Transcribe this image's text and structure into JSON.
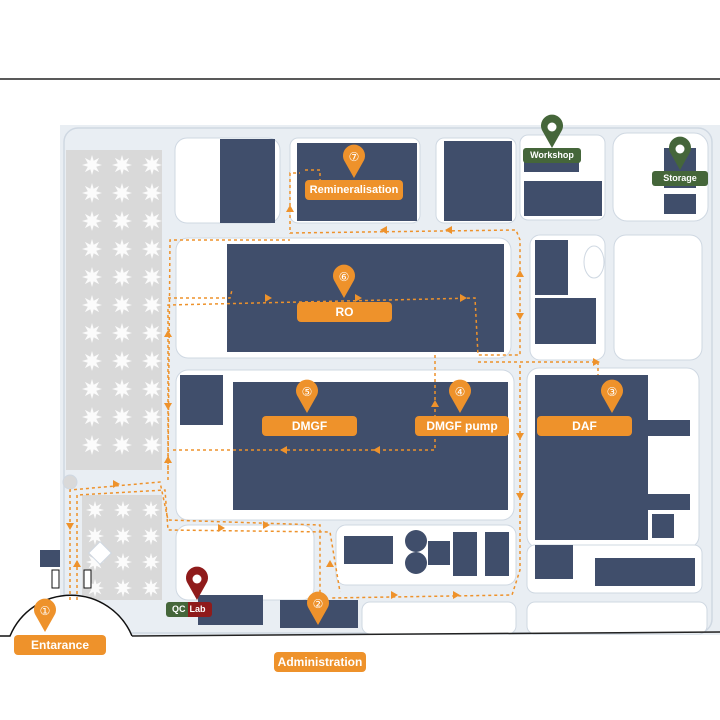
{
  "stations": [
    {
      "number": "①",
      "label": "Entarance"
    },
    {
      "number": "②",
      "label": "Administration"
    },
    {
      "number": "③",
      "label": "DAF"
    },
    {
      "number": "④",
      "label": "DMGF pump"
    },
    {
      "number": "⑤",
      "label": "DMGF"
    },
    {
      "number": "⑥",
      "label": "RO"
    },
    {
      "number": "⑦",
      "label": "Remineralisation"
    }
  ],
  "facilities": {
    "workshop": "Workshop",
    "storage": "Storage",
    "qc_lab_part1": "QC",
    "qc_lab_part2": "Lab"
  },
  "colors": {
    "building": "#404e6b",
    "route": "#ee922b",
    "ground": "#e9eef3",
    "pin_orange": "#ee922b",
    "pin_green": "#45663a",
    "pin_red": "#8f1b1b"
  }
}
